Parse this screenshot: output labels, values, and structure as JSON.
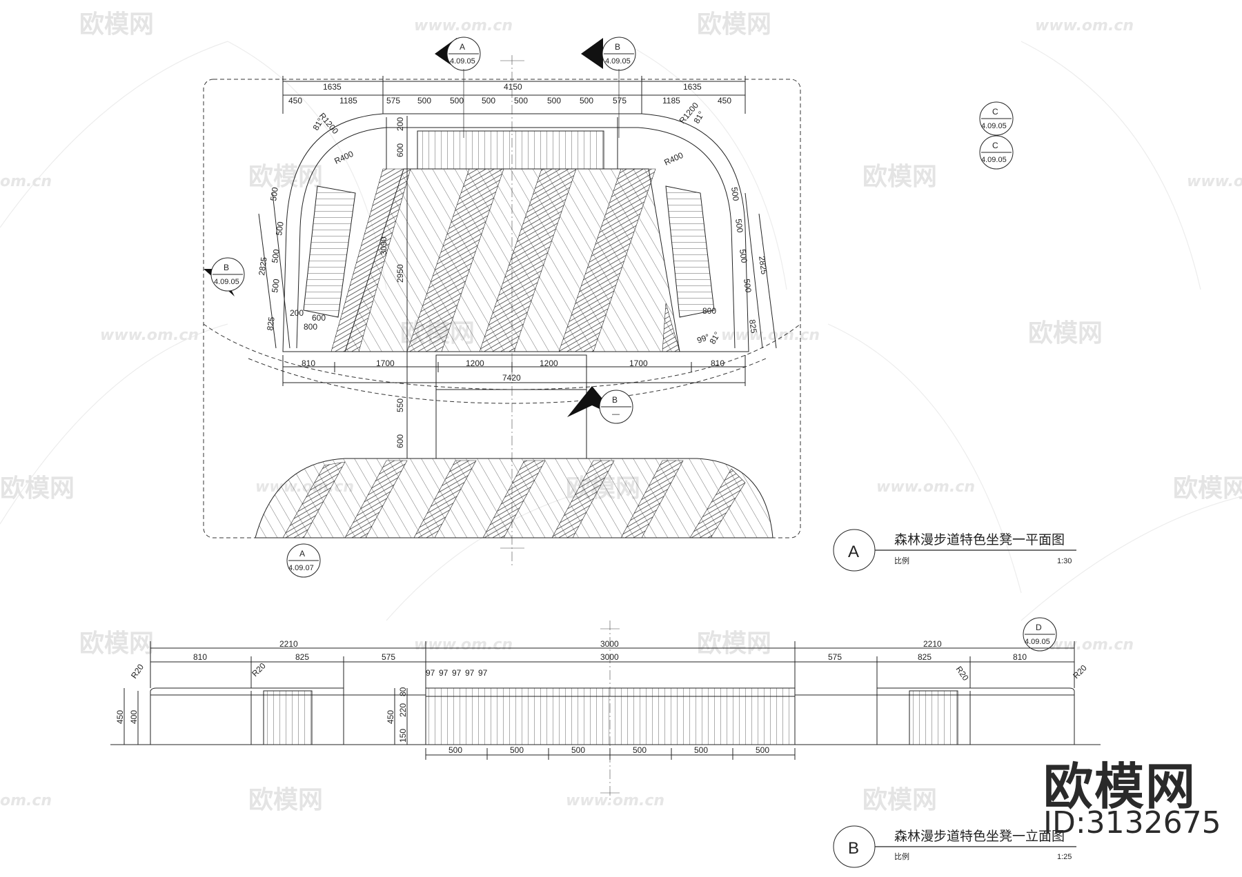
{
  "plan": {
    "title": "森林漫步道特色坐凳一平面图",
    "label": "A",
    "scale_label": "比例",
    "scale": "1:30",
    "top_dims_total": [
      "1635",
      "4150",
      "1635"
    ],
    "top_dims": [
      "450",
      "1185",
      "575",
      "500",
      "500",
      "500",
      "500",
      "500",
      "500",
      "575",
      "1185",
      "450"
    ],
    "bottom_dims": [
      "810",
      "1700",
      "1200",
      "1200",
      "1700",
      "810"
    ],
    "bottom_total": "7420",
    "left_dims": [
      "500",
      "500",
      "500",
      "500",
      "825"
    ],
    "left_total": "2825",
    "right_dims": [
      "500",
      "500",
      "500",
      "500",
      "825"
    ],
    "right_total": "2825",
    "vertical_dims": [
      "200",
      "600",
      "550",
      "600"
    ],
    "mid_dims": [
      "3090",
      "2950"
    ],
    "radii": [
      "R1200",
      "R1200",
      "R400",
      "R400"
    ],
    "angles": [
      "81°",
      "81°",
      "99°",
      "81°"
    ],
    "small_dims": [
      "200",
      "600",
      "800",
      "800"
    ],
    "section_marks": [
      {
        "letter": "A",
        "ref": "4.09.05"
      },
      {
        "letter": "B",
        "ref": "4.09.05"
      },
      {
        "letter": "B",
        "ref": "4.09.05"
      },
      {
        "letter": "B",
        "ref": "—"
      },
      {
        "letter": "A",
        "ref": "4.09.07"
      }
    ]
  },
  "detail_marks": [
    {
      "letter": "C",
      "ref": "4.09.05"
    },
    {
      "letter": "C",
      "ref": "4.09.05"
    },
    {
      "letter": "D",
      "ref": "4.09.05"
    }
  ],
  "elevation": {
    "title": "森林漫步道特色坐凳一立面图",
    "label": "B",
    "scale_label": "比例",
    "scale": "1:25",
    "top_totals": [
      "2210",
      "3000",
      "2210"
    ],
    "top_dims": [
      "810",
      "825",
      "575",
      "3000",
      "575",
      "825",
      "810"
    ],
    "small_top": [
      "97",
      "97",
      "97",
      "97",
      "97"
    ],
    "radii": [
      "R20",
      "R20",
      "R20",
      "R20"
    ],
    "height_dims": [
      "450",
      "400",
      "450",
      "220",
      "150",
      "80"
    ],
    "bottom_dims": [
      "500",
      "500",
      "500",
      "500",
      "500",
      "500"
    ]
  },
  "watermark": {
    "brand": "欧模网",
    "url": "www.om.cn",
    "url_short": "om.cn",
    "id": "ID:3132675"
  }
}
